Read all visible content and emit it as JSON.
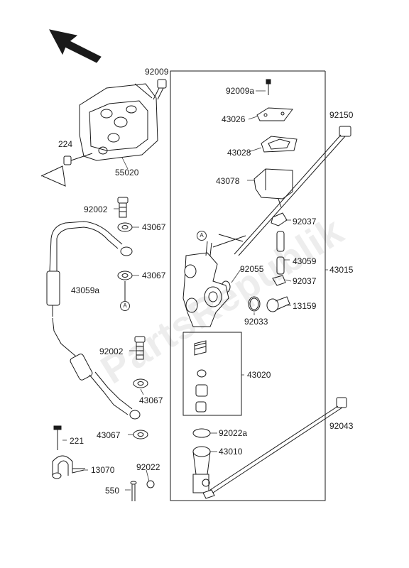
{
  "parts": {
    "p92009": "92009",
    "p92009a": "92009a",
    "p43026": "43026",
    "p92150": "92150",
    "p224": "224",
    "p43028": "43028",
    "p55020": "55020",
    "p43078": "43078",
    "p92002_top": "92002",
    "p92037_top": "92037",
    "p43067_a": "43067",
    "p43059": "43059",
    "p92055": "92055",
    "p43015": "43015",
    "p43067_b": "43067",
    "p92037_b": "92037",
    "p43059a": "43059a",
    "p13159": "13159",
    "p92033": "92033",
    "p92002_b": "92002",
    "p43020": "43020",
    "p43067_c": "43067",
    "p92043": "92043",
    "p43067_d": "43067",
    "p92022a": "92022a",
    "p221": "221",
    "p43010": "43010",
    "p13070": "13070",
    "p92022": "92022",
    "p550": "550"
  },
  "markers": {
    "a1": "A",
    "a2": "A"
  },
  "watermark": "PartsRepublik"
}
